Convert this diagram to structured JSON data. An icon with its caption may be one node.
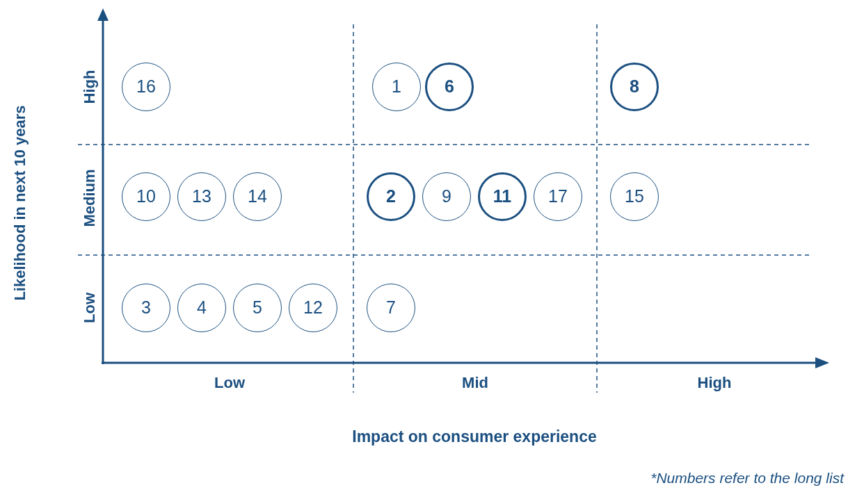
{
  "diagram": {
    "nodes": [
      {
        "text": [
          "16"
        ]
      },
      {
        "text": [
          "1"
        ]
      },
      {
        "text": [
          "**6**"
        ]
      },
      {
        "text": [
          "**8**"
        ]
      },
      {
        "text": [
          "10"
        ]
      },
      {
        "text": [
          "13"
        ]
      },
      {
        "text": [
          "14"
        ]
      },
      {
        "text": [
          "**2**"
        ]
      },
      {
        "text": [
          "9"
        ]
      },
      {
        "text": [
          "**11**"
        ]
      },
      {
        "text": [
          "17"
        ]
      },
      {
        "text": [
          "15"
        ]
      },
      {
        "text": [
          "3"
        ]
      },
      {
        "text": [
          "4"
        ]
      },
      {
        "text": [
          "5"
        ]
      },
      {
        "text": [
          "12"
        ]
      },
      {
        "text": [
          "7"
        ]
      }
    ],
    "labels": [
      "Likelihood in next 10 years",
      "High",
      "Medium",
      "Low",
      "Low",
      "Mid",
      "High",
      "Impact on consumer experience",
      "*Numbers refer to the long list"
    ]
  }
}
